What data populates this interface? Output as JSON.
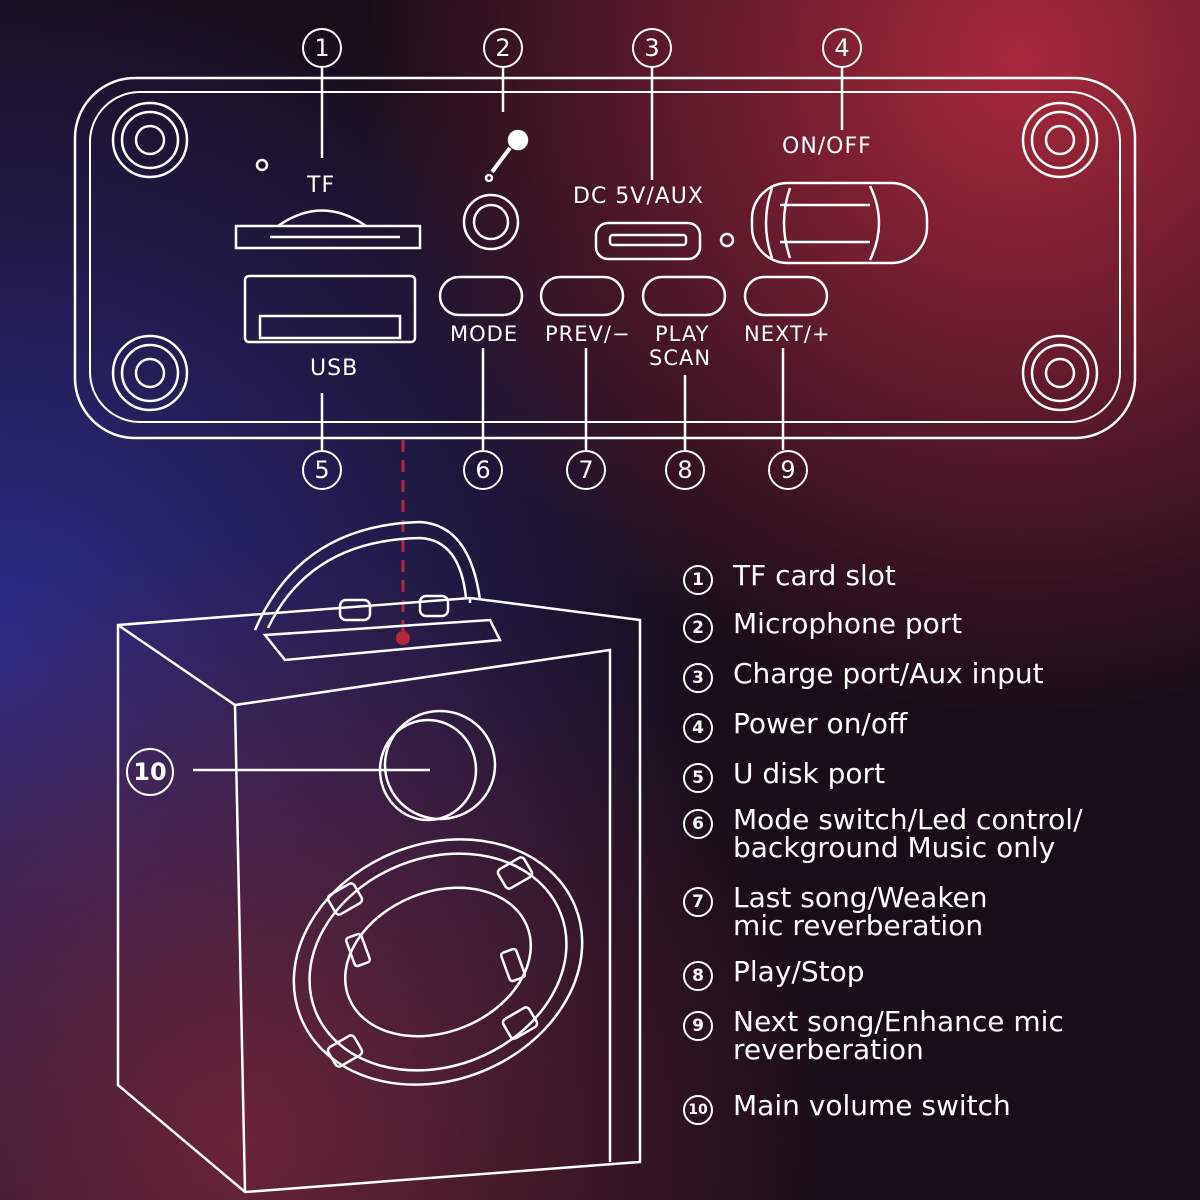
{
  "panel": {
    "tf_label": "TF",
    "dc_label": "DC 5V/AUX",
    "onoff_label": "ON/OFF",
    "usb_label": "USB",
    "mode_label": "MODE",
    "prev_label": "PREV/−",
    "play_label": "PLAY",
    "scan_label": "SCAN",
    "next_label": "NEXT/+"
  },
  "callouts": [
    "1",
    "2",
    "3",
    "4",
    "5",
    "6",
    "7",
    "8",
    "9",
    "10"
  ],
  "legend": [
    {
      "num": "1",
      "text": "TF card slot"
    },
    {
      "num": "2",
      "text": "Microphone port"
    },
    {
      "num": "3",
      "text": "Charge port/Aux input"
    },
    {
      "num": "4",
      "text": "Power on/off"
    },
    {
      "num": "5",
      "text": "U disk port"
    },
    {
      "num": "6",
      "text": "Mode switch/Led control/\nbackground Music only"
    },
    {
      "num": "7",
      "text": "Last song/Weaken\nmic reverberation"
    },
    {
      "num": "8",
      "text": "Play/Stop"
    },
    {
      "num": "9",
      "text": "Next song/Enhance mic\nreverberation"
    },
    {
      "num": "10",
      "text": "Main volume switch"
    }
  ],
  "colors": {
    "accent_red": "#b3283c",
    "line": "#ffffff"
  }
}
